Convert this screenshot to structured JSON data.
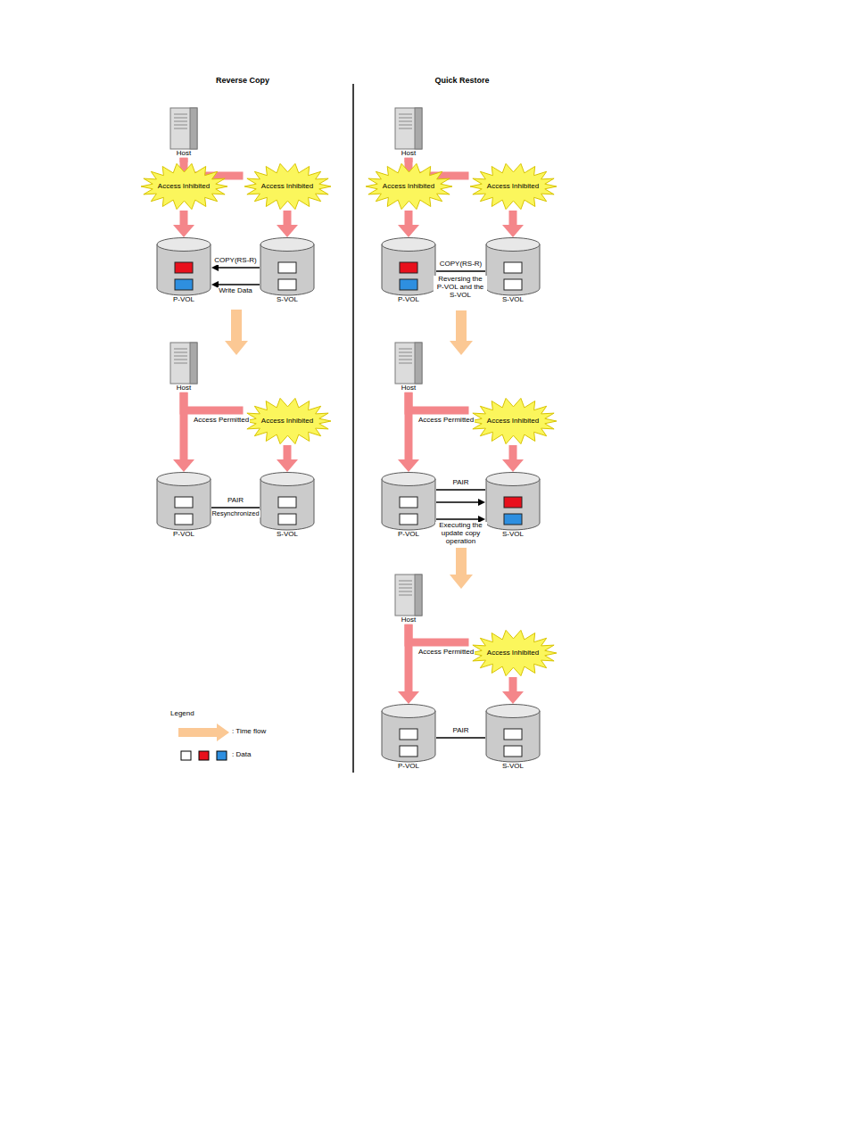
{
  "diagram": {
    "nodes": [
      {
        "text": [
          "Host"
        ]
      },
      {
        "text": [
          "Access Inhibited"
        ]
      },
      {
        "text": [
          "Access Inhibited"
        ]
      },
      {
        "text": [
          "P-VOL"
        ]
      },
      {
        "text": [
          "S-VOL"
        ]
      },
      {
        "text": [
          "Host"
        ]
      },
      {
        "text": [
          "Access Inhibited"
        ]
      },
      {
        "text": [
          "P-VOL"
        ]
      },
      {
        "text": [
          "S-VOL"
        ]
      },
      {
        "text": [
          "Host"
        ]
      },
      {
        "text": [
          "Access Inhibited"
        ]
      },
      {
        "text": [
          "Access Inhibited"
        ]
      },
      {
        "text": [
          "P-VOL"
        ]
      },
      {
        "text": [
          "S-VOL"
        ]
      },
      {
        "text": [
          "Host"
        ]
      },
      {
        "text": [
          "Access Inhibited"
        ]
      },
      {
        "text": [
          "P-VOL"
        ]
      },
      {
        "text": [
          "S-VOL"
        ]
      },
      {
        "text": [
          "Host"
        ]
      },
      {
        "text": [
          "Access Inhibited"
        ]
      },
      {
        "text": [
          "P-VOL"
        ]
      },
      {
        "text": [
          "S-VOL"
        ]
      }
    ],
    "edges": [
      {
        "from": 0,
        "to": 1,
        "arrow": "none"
      },
      {
        "from": 1,
        "to": 3,
        "arrow": "to"
      },
      {
        "from": 0,
        "to": 2,
        "arrow": "none"
      },
      {
        "from": 2,
        "to": 4,
        "arrow": "to"
      },
      {
        "from": 4,
        "to": 3,
        "label": "COPY(RS-R)",
        "arrow": "to"
      },
      {
        "from": 4,
        "to": 3,
        "label": "Write Data",
        "arrow": "to"
      },
      {
        "from": 5,
        "to": 7,
        "label": "Access Permitted",
        "arrow": "to"
      },
      {
        "from": 5,
        "to": 6,
        "arrow": "none"
      },
      {
        "from": 6,
        "to": 8,
        "arrow": "to"
      },
      {
        "from": 7,
        "to": 8,
        "label": "PAIR",
        "arrow": "none"
      },
      {
        "from": 9,
        "to": 10,
        "arrow": "none"
      },
      {
        "from": 10,
        "to": 12,
        "arrow": "to"
      },
      {
        "from": 9,
        "to": 11,
        "arrow": "none"
      },
      {
        "from": 11,
        "to": 13,
        "arrow": "to"
      },
      {
        "from": 12,
        "to": 13,
        "label": "COPY(RS-R)",
        "arrow": "none"
      },
      {
        "from": 14,
        "to": 16,
        "label": "Access Permitted",
        "arrow": "to"
      },
      {
        "from": 14,
        "to": 15,
        "arrow": "none"
      },
      {
        "from": 15,
        "to": 17,
        "arrow": "to"
      },
      {
        "from": 16,
        "to": 17,
        "label": "PAIR",
        "arrow": "none"
      },
      {
        "from": 16,
        "to": 17,
        "arrow": "to"
      },
      {
        "from": 16,
        "to": 17,
        "label": "Executing the update copy operation",
        "arrow": "to"
      },
      {
        "from": 18,
        "to": 20,
        "label": "Access Permitted",
        "arrow": "to"
      },
      {
        "from": 18,
        "to": 19,
        "arrow": "none"
      },
      {
        "from": 19,
        "to": 21,
        "arrow": "to"
      },
      {
        "from": 20,
        "to": 21,
        "label": "PAIR",
        "arrow": "none"
      }
    ],
    "labels": [
      "Reverse Copy",
      "Quick Restore",
      "Resynchronized",
      "Reversing the P-VOL and the S-VOL",
      "Legend"
    ],
    "legend": [
      {
        "text": ": Time flow"
      },
      {
        "text": ": Data"
      }
    ]
  }
}
